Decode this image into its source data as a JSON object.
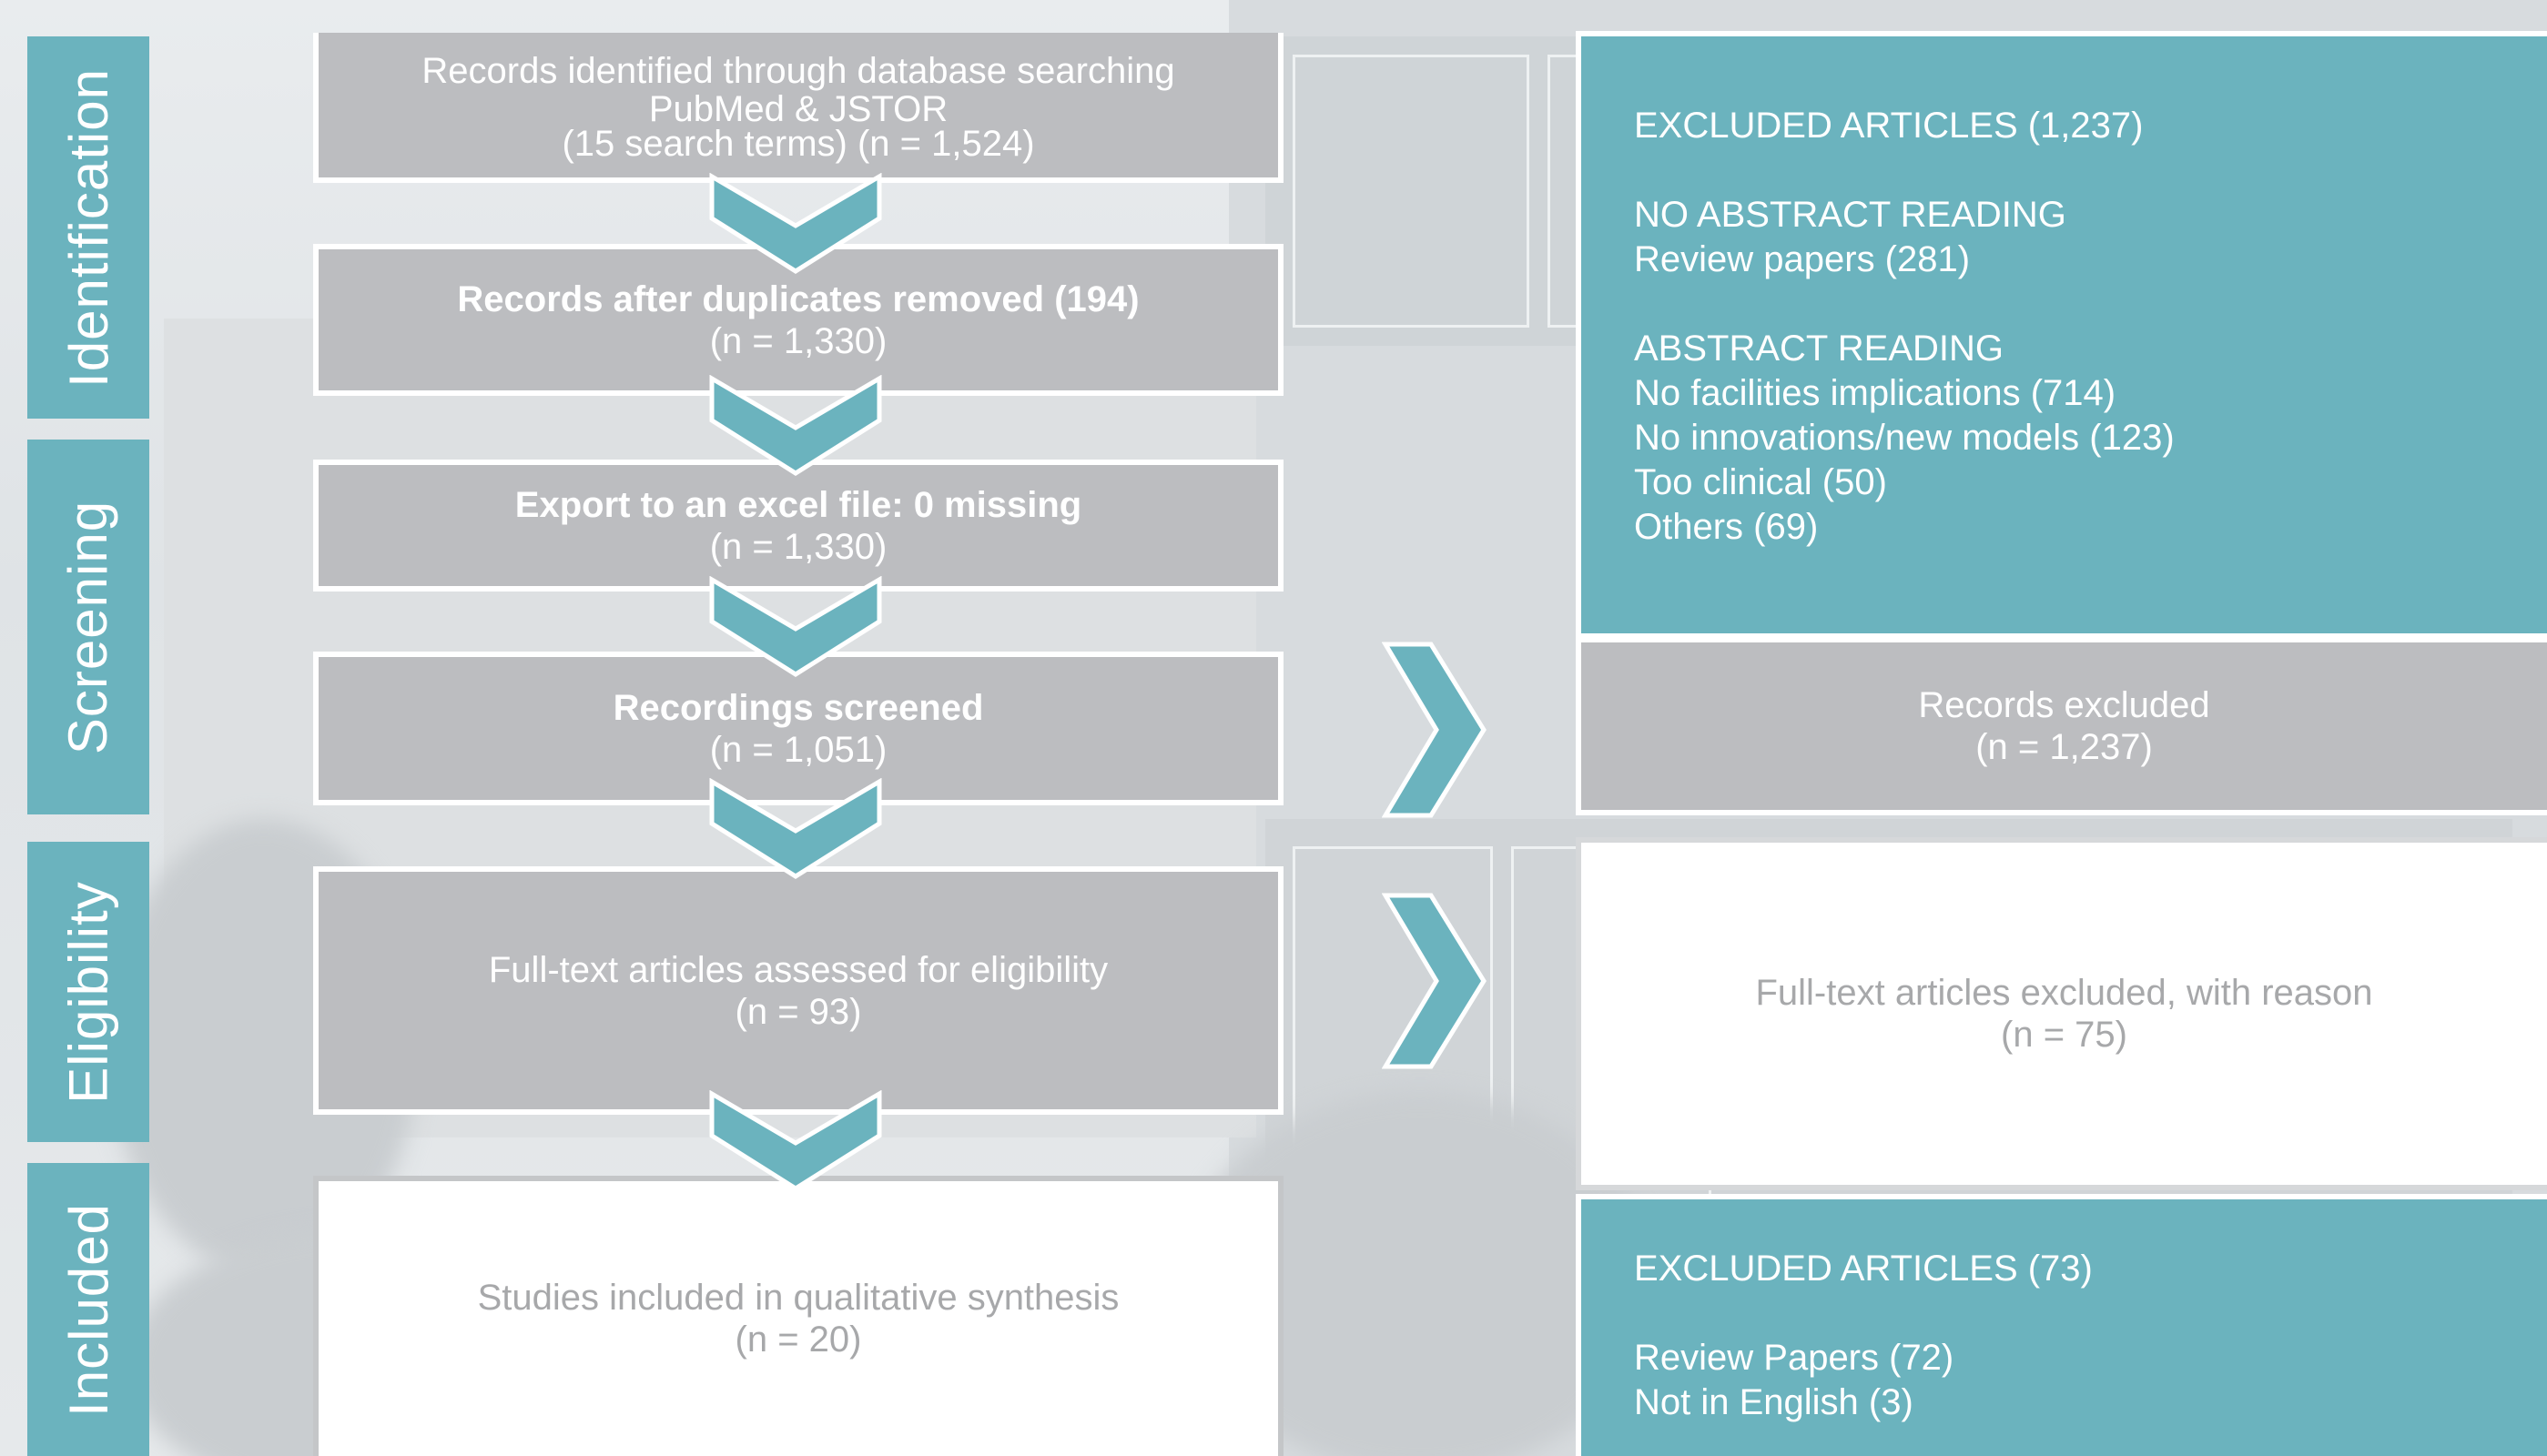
{
  "phases": {
    "identification": "Identification",
    "screening": "Screening",
    "eligibility": "Eligibility",
    "included": "Included"
  },
  "flow": {
    "search": {
      "line1": "Records identified through database searching",
      "line2": "PubMed & JSTOR",
      "line3": "(15 search terms) (n = 1,524)"
    },
    "duplicates": {
      "line1": "Records after duplicates removed (194)",
      "line2": "(n = 1,330)"
    },
    "export": {
      "line1": "Export to an excel file: 0 missing",
      "line2": "(n = 1,330)"
    },
    "screened": {
      "line1": "Recordings screened",
      "line2": "(n = 1,051)"
    },
    "fulltext": {
      "line1": "Full-text articles assessed for eligibility",
      "line2": "(n = 93)"
    },
    "included": {
      "line1": "Studies included in qualitative synthesis",
      "line2": "(n = 20)"
    }
  },
  "side": {
    "excluded_detail": {
      "heading": "EXCLUDED ARTICLES (1,237)",
      "group1_title": "NO ABSTRACT READING",
      "group1_items": [
        "Review papers (281)"
      ],
      "group2_title": "ABSTRACT READING",
      "group2_items": [
        "No facilities implications (714)",
        "No innovations/new models (123)",
        "Too clinical (50)",
        "Others (69)"
      ]
    },
    "records_excluded": {
      "line1": "Records excluded",
      "line2": "(n = 1,237)"
    },
    "fulltext_excluded": {
      "line1": "Full-text articles excluded, with reason",
      "line2": "(n = 75)"
    },
    "excluded_final": {
      "heading": "EXCLUDED ARTICLES (73)",
      "items": [
        "Review Papers (72)",
        "Not in English (3)"
      ]
    }
  },
  "colors": {
    "teal": "#6bb3be",
    "gray_box": "#bcbdc0",
    "white": "#ffffff",
    "muted_text": "#a7a8aa"
  }
}
